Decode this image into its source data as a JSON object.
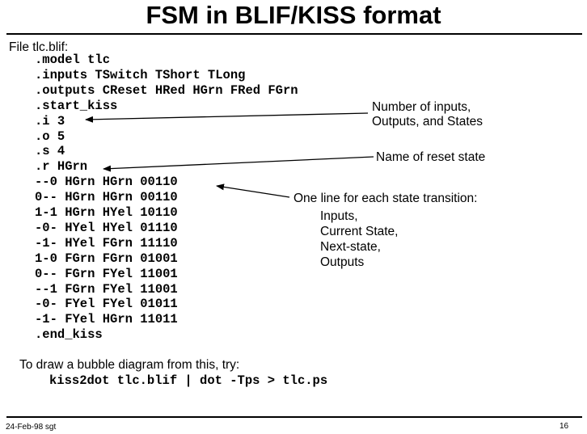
{
  "title": "FSM in BLIF/KISS format",
  "file_label": "File tlc.blif:",
  "code_lines": [
    ".model tlc",
    ".inputs TSwitch TShort TLong",
    ".outputs CReset HRed HGrn FRed FGrn",
    ".start_kiss",
    ".i 3",
    ".o 5",
    ".s 4",
    ".r HGrn",
    "--0 HGrn HGrn 00110",
    "0-- HGrn HGrn 00110",
    "1-1 HGrn HYel 10110",
    "-0- HYel HYel 01110",
    "-1- HYel FGrn 11110",
    "1-0 FGrn FGrn 01001",
    "0-- FGrn FYel 11001",
    "--1 FGrn FYel 11001",
    "-0- FYel FYel 01011",
    "-1- FYel HGrn 11011",
    ".end_kiss"
  ],
  "annotations": {
    "num_inputs_1": "Number of inputs,",
    "num_inputs_2": "Outputs, and States",
    "reset_state": "Name of reset state",
    "transition_1": "One line for each state transition:",
    "transition_2": "Inputs,",
    "transition_3": "Current State,",
    "transition_4": "Next-state,",
    "transition_5": "Outputs"
  },
  "bubble_text": "To draw a bubble diagram from this, try:",
  "command": "kiss2dot tlc.blif | dot -Tps > tlc.ps",
  "footer": {
    "date": "24-Feb-98 sgt",
    "page": "16"
  }
}
